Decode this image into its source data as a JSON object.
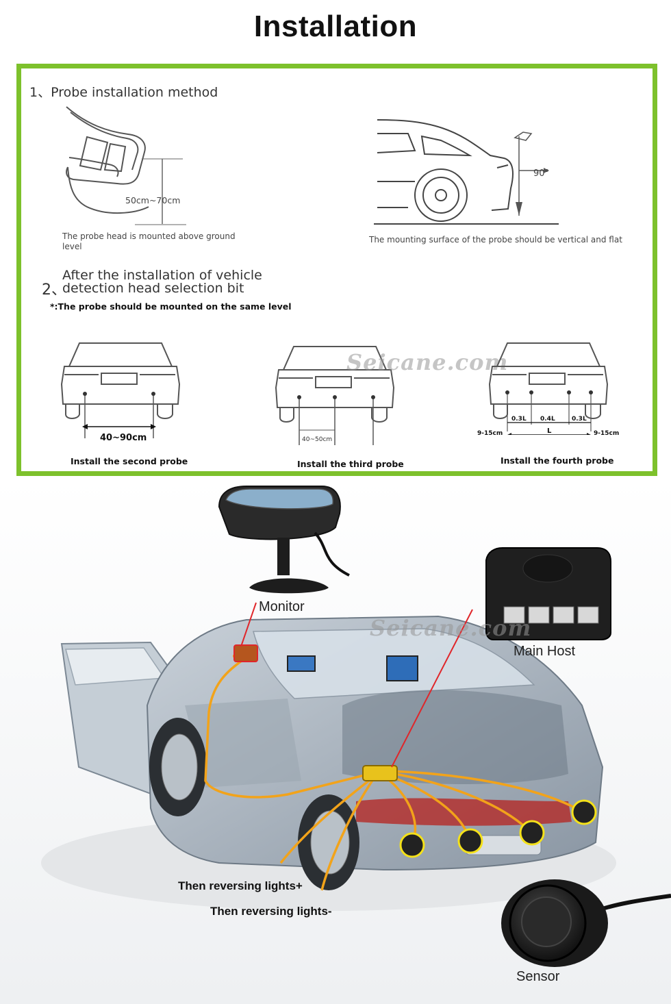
{
  "title": "Installation",
  "section1": {
    "number": "1、",
    "heading": "Probe installation method",
    "height_label": "50cm~70cm",
    "left_caption": "The probe head is mounted above ground level",
    "angle_label": "90°",
    "right_caption": "The mounting surface of the probe should be vertical and flat"
  },
  "section2": {
    "number": "2、",
    "heading_line1": "After the installation of vehicle",
    "heading_line2": "detection head selection bit",
    "note": "*:The probe should be mounted on the same level",
    "second": {
      "dim": "40~90cm",
      "caption": "Install the second probe"
    },
    "third": {
      "dim": "40~50cm",
      "caption": "Install the third probe"
    },
    "fourth": {
      "left_gap": "9-15cm",
      "right_gap": "9-15cm",
      "seg1": "0.3L",
      "seg2": "0.4L",
      "seg3": "0.3L",
      "total": "L",
      "caption": "Install the fourth probe"
    }
  },
  "watermark": "Seicane.com",
  "components": {
    "monitor": "Monitor",
    "host": "Main Host",
    "sensor": "Sensor",
    "reverse_plus": "Then reversing lights+",
    "reverse_minus": "Then reversing lights-"
  },
  "colors": {
    "frame": "#7dc12c",
    "wire": "#f2a31a",
    "pointer": "#e0262a",
    "sensor_ring": "#f4e11a"
  }
}
